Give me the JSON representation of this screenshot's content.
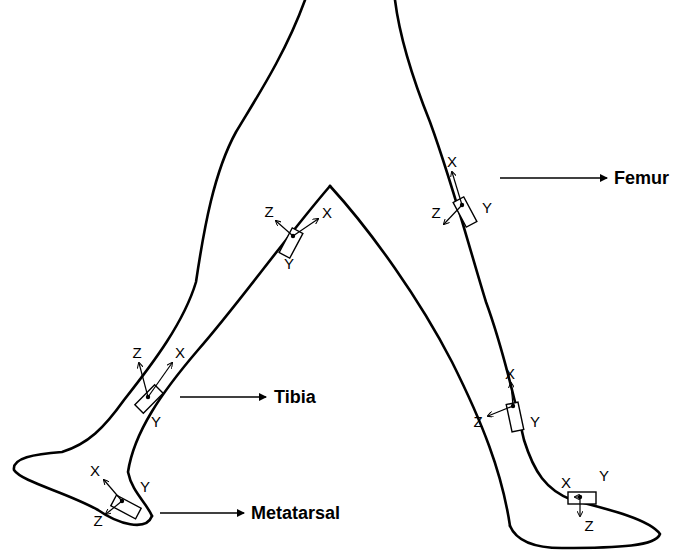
{
  "diagram": {
    "labels": [
      "X",
      "Z",
      "Y",
      "Femur",
      "Z",
      "X",
      "Y",
      "X",
      "Z",
      "Y",
      "Z",
      "X",
      "Y",
      "Tibia",
      "X",
      "Y",
      "Z",
      "Metatarsal",
      "X",
      "Y",
      "Z"
    ]
  }
}
